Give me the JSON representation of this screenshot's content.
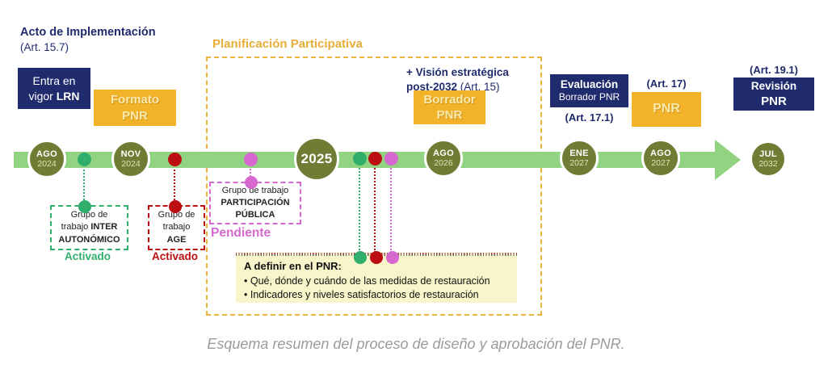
{
  "acto": {
    "title": "Acto de Implementación",
    "article": "(Art. 15.7)"
  },
  "entra_box": {
    "line1": "Entra en",
    "line2_normal": "vigor ",
    "line2_bold": "LRN"
  },
  "formato_box": {
    "line1": "Formato",
    "line2": "PNR"
  },
  "participativa": {
    "title": "Planificación Participativa",
    "vision_line1": "+ Visión estratégica",
    "vision_line2_bold": "post-2032",
    "vision_line2_normal": " (Art. 15)"
  },
  "borrador_box": {
    "line1": "Borrador",
    "line2": "PNR"
  },
  "evaluacion": {
    "line1": "Evaluación",
    "line2": "Borrador PNR",
    "article": "(Art. 17.1)"
  },
  "pnr_box": {
    "article": "(Art. 17)",
    "label": "PNR"
  },
  "revision": {
    "article": "(Art. 19.1)",
    "line1": "Revisión",
    "line2": "PNR"
  },
  "timeline": {
    "milestones": [
      {
        "month": "AGO",
        "year": "2024"
      },
      {
        "month": "NOV",
        "year": "2024"
      },
      {
        "label": "2025"
      },
      {
        "month": "AGO",
        "year": "2026"
      },
      {
        "month": "ENE",
        "year": "2027"
      },
      {
        "month": "AGO",
        "year": "2027"
      },
      {
        "month": "JUL",
        "year": "2032"
      }
    ]
  },
  "groups": {
    "inter": {
      "line1": "Grupo de",
      "line2_normal": "trabajo ",
      "line2_bold": "INTER",
      "line3": "AUTONÓMICO",
      "status": "Activado"
    },
    "age": {
      "line1": "Grupo de",
      "line2": "trabajo",
      "line3": "AGE",
      "status": "Activado"
    },
    "publica": {
      "line1": "Grupo de trabajo",
      "line2": "PARTICIPACIÓN",
      "line3": "PÚBLICA",
      "status": "Pendiente"
    }
  },
  "definition_box": {
    "title": "A definir en el PNR:",
    "bullets": [
      "• Qué, dónde y cuándo de las medidas de restauración",
      "• Indicadores y niveles satisfactorios de restauración"
    ]
  },
  "caption": "Esquema resumen del proceso de diseño y aprobación del PNR.",
  "colors": {
    "navy": "#1F2B6D",
    "yellow": "#F2B32B",
    "dashed_yellow": "#EAB339",
    "band_green": "#92D381",
    "olive": "#6E7C34",
    "green": "#2FAE6C",
    "red": "#BB0D12",
    "magenta": "#D668CF",
    "pale_yellow": "#F7F5C9"
  }
}
